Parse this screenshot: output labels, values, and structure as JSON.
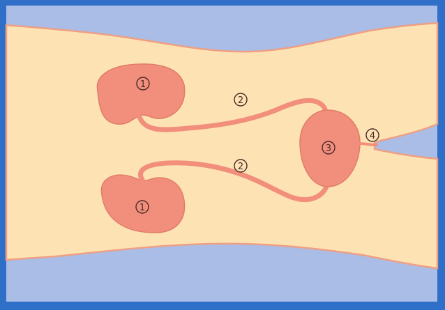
{
  "diagram": {
    "colors": {
      "frame": "#2f6fc8",
      "background_blue": "#a9bde6",
      "body_cream": "#fde3b4",
      "body_edge": "#ee9f84",
      "organ_fill": "#f28f7c",
      "organ_stroke": "#e07c68",
      "label_ring": "#4a2a28"
    },
    "labels": {
      "kidney_top": "1",
      "kidney_bottom": "1",
      "ureter_top": "2",
      "ureter_bottom": "2",
      "bladder": "3",
      "urethra": "4"
    }
  }
}
